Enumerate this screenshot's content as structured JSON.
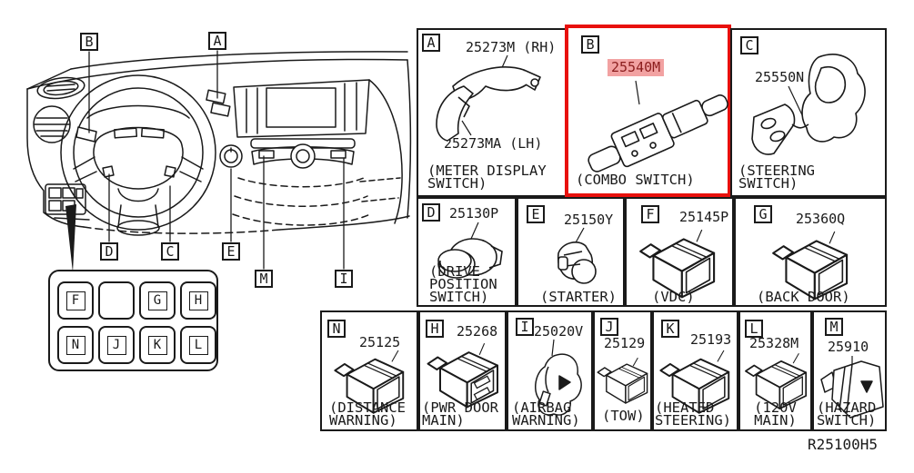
{
  "diagram": {
    "ref_code": "R25100H5",
    "colors": {
      "line": "#1a1a1a",
      "highlight_border": "#e8100c",
      "highlight_bg": "#f2a2a2",
      "highlight_text": "#8b1d1d"
    }
  },
  "dashboard": {
    "callouts": [
      {
        "letter": "B"
      },
      {
        "letter": "A"
      },
      {
        "letter": "D"
      },
      {
        "letter": "C"
      },
      {
        "letter": "E"
      },
      {
        "letter": "M"
      },
      {
        "letter": "I"
      }
    ],
    "panel_buttons": [
      {
        "letter": "F"
      },
      {
        "letter": ""
      },
      {
        "letter": "G"
      },
      {
        "letter": "H"
      },
      {
        "letter": "N"
      },
      {
        "letter": "J"
      },
      {
        "letter": "K"
      },
      {
        "letter": "L"
      }
    ]
  },
  "grid": {
    "cells": [
      {
        "label": "A",
        "part_numbers": [
          "25273M (RH)",
          "25273MA (LH)"
        ],
        "caption": [
          "(METER DISPLAY",
          "SWITCH)"
        ],
        "highlighted": false
      },
      {
        "label": "B",
        "part_numbers": [
          "25540M"
        ],
        "caption": [
          "(COMBO SWITCH)"
        ],
        "highlighted": true
      },
      {
        "label": "C",
        "part_numbers": [
          "25550N"
        ],
        "caption": [
          "(STEERING",
          "SWITCH)"
        ],
        "highlighted": false
      },
      {
        "label": "D",
        "part_numbers": [
          "25130P"
        ],
        "caption": [
          "(DRIVE",
          "POSITION",
          "SWITCH)"
        ],
        "highlighted": false
      },
      {
        "label": "E",
        "part_numbers": [
          "25150Y"
        ],
        "caption": [
          "(STARTER)"
        ],
        "highlighted": false
      },
      {
        "label": "F",
        "part_numbers": [
          "25145P"
        ],
        "caption": [
          "(VDC)"
        ],
        "highlighted": false
      },
      {
        "label": "G",
        "part_numbers": [
          "25360Q"
        ],
        "caption": [
          "(BACK DOOR)"
        ],
        "highlighted": false
      },
      {
        "label": "N",
        "part_numbers": [
          "25125"
        ],
        "caption": [
          "(DISTANCE",
          "WARNING)"
        ],
        "highlighted": false
      },
      {
        "label": "H",
        "part_numbers": [
          "25268"
        ],
        "caption": [
          "(PWR DOOR",
          "MAIN)"
        ],
        "highlighted": false
      },
      {
        "label": "I",
        "part_numbers": [
          "25020V"
        ],
        "caption": [
          "(AIRBAG",
          "WARNING)"
        ],
        "highlighted": false
      },
      {
        "label": "J",
        "part_numbers": [
          "25129"
        ],
        "caption": [
          "(TOW)"
        ],
        "highlighted": false
      },
      {
        "label": "K",
        "part_numbers": [
          "25193"
        ],
        "caption": [
          "(HEATED",
          "STEERING)"
        ],
        "highlighted": false
      },
      {
        "label": "L",
        "part_numbers": [
          "25328M"
        ],
        "caption": [
          "(120V",
          "MAIN)"
        ],
        "highlighted": false
      },
      {
        "label": "M",
        "part_numbers": [
          "25910"
        ],
        "caption": [
          "(HAZARD",
          "SWITCH)"
        ],
        "highlighted": false
      }
    ]
  }
}
